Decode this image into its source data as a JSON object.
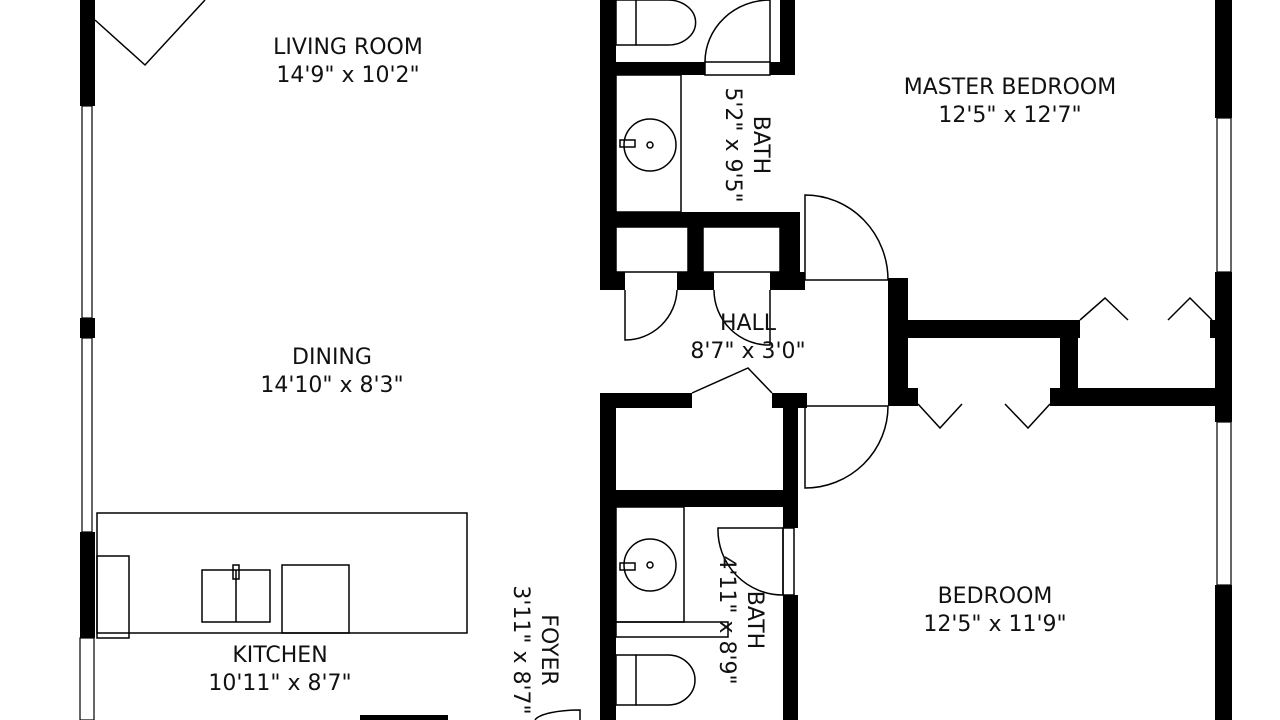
{
  "rooms": [
    {
      "name": "LIVING ROOM",
      "size": "14'9\" x 10'2\""
    },
    {
      "name": "DINING",
      "size": "14'10\" x 8'3\""
    },
    {
      "name": "KITCHEN",
      "size": "10'11\" x 8'7\""
    },
    {
      "name": "FOYER",
      "size": "3'11\" x 8'7\""
    },
    {
      "name": "BATH",
      "size": "5'2\" x 9'5\""
    },
    {
      "name": "MASTER BEDROOM",
      "size": "12'5\" x 12'7\""
    },
    {
      "name": "HALL",
      "size": "8'7\" x 3'0\""
    },
    {
      "name": "BATH",
      "size": "4'11\" x 8'9\""
    },
    {
      "name": "BEDROOM",
      "size": "12'5\" x 11'9\""
    }
  ]
}
